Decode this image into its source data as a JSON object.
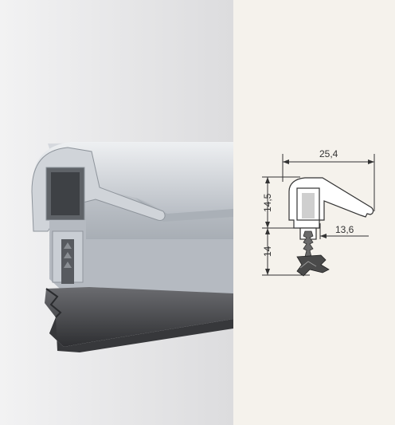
{
  "drawing": {
    "dim_width_top": "25,4",
    "dim_height_upper": "14,5",
    "dim_height_lower": "14",
    "dim_width_lower": "13,6"
  },
  "colors": {
    "photo_background": "#e9e9ea",
    "drawing_background": "#f5f2ec",
    "profile_aluminium": "#c8ccd2",
    "rubber_seal": "#4a4b4e",
    "line": "#333333"
  }
}
